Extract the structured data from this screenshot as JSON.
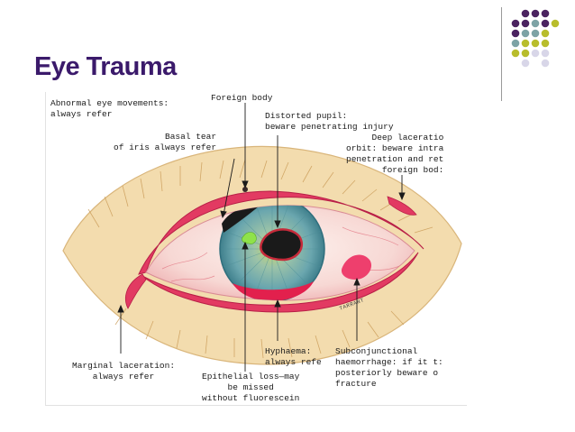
{
  "slide": {
    "title": "Eye Trauma"
  },
  "diagram": {
    "labels": {
      "abnormal_movements": "Abnormal eye movements:\nalways refer",
      "foreign_body": "Foreign body",
      "distorted_pupil": "Distorted pupil:\nbeware penetrating injury",
      "basal_tear": "Basal tear\nof iris always refer",
      "deep_laceration": "Deep laceratio\norbit: beware intra\npenetration and ret\nforeign bod:",
      "marginal_laceration": "Marginal laceration:\nalways refer",
      "hyphaema": "Hyphaema:\nalways refe",
      "epithelial_loss": "Epithelial loss—may\nbe missed\nwithout fluorescein",
      "subconjunctival": "Subconjunctional\nhaemorrhage: if it t:\nposteriorly beware o\nfracture"
    },
    "signature": "TARRANT"
  },
  "theme": {
    "title_color": "#3b1a6b",
    "dot_purple": "#4b2360",
    "dot_teal": "#7da3a5",
    "dot_olive": "#b8bd2c",
    "dot_lavender": "#d8d6e8",
    "sclera_pink": "#f2a7b5",
    "iris_teal": "#7fb3a8",
    "lid_red": "#e0345b",
    "skin": "#f2d8a8"
  }
}
